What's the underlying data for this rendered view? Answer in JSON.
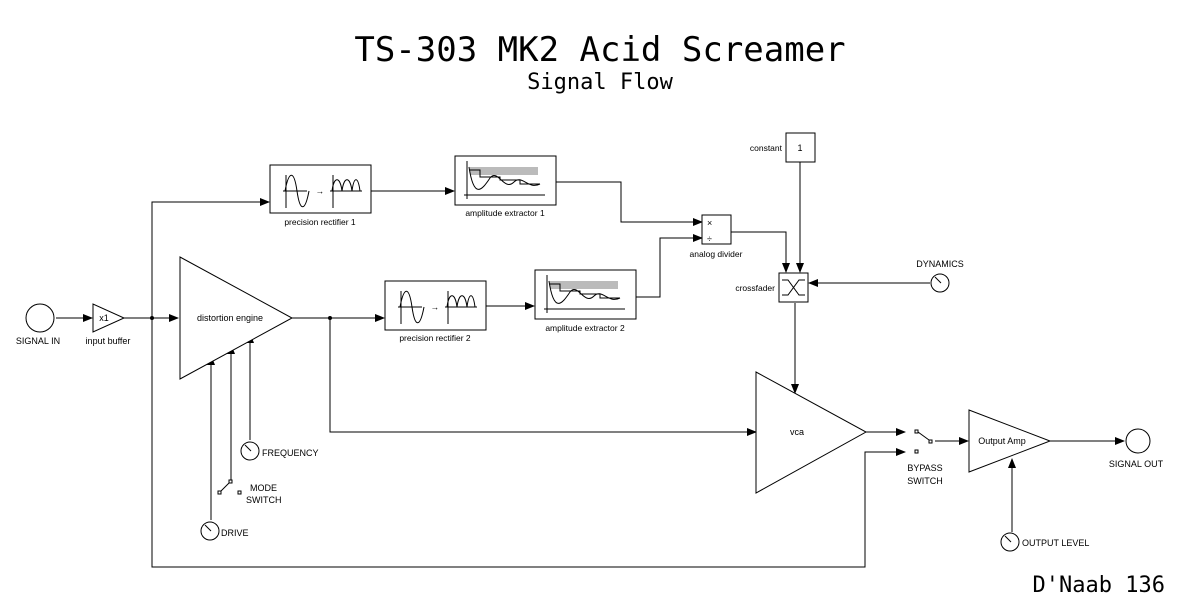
{
  "title": "TS-303 MK2 Acid Screamer",
  "subtitle": "Signal Flow",
  "author": "D'Naab 136",
  "blocks": {
    "signal_in": "SIGNAL IN",
    "input_buffer": "input buffer",
    "input_buffer_gain": "x1",
    "distortion_engine": "distortion engine",
    "precision_rectifier_1": "precision rectifier 1",
    "precision_rectifier_2": "precision rectifier 2",
    "amplitude_extractor_1": "amplitude extractor 1",
    "amplitude_extractor_2": "amplitude extractor 2",
    "analog_divider": "analog divider",
    "constant_label": "constant",
    "constant_value": "1",
    "crossfader": "crossfader",
    "vca": "vca",
    "output_amp": "Output Amp",
    "signal_out": "SIGNAL OUT"
  },
  "controls": {
    "frequency": "FREQUENCY",
    "mode_switch_1": "MODE",
    "mode_switch_2": "SWITCH",
    "drive": "DRIVE",
    "dynamics": "DYNAMICS",
    "bypass_switch_1": "BYPASS",
    "bypass_switch_2": "SWITCH",
    "output_level": "OUTPUT LEVEL"
  },
  "symbols": {
    "rect_arrow": "→",
    "div_times": "×",
    "div_divide": "÷"
  }
}
